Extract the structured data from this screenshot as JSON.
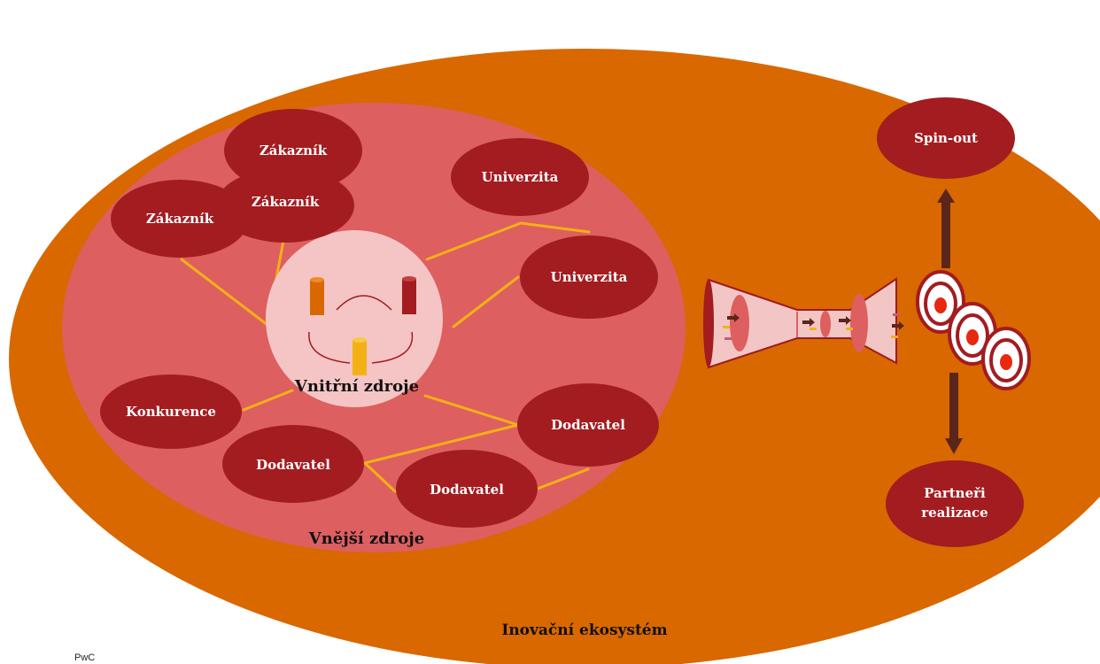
{
  "colors": {
    "ecosystem": "#D96800",
    "external": "#DE5F5F",
    "internal": "#F5C5C5",
    "node": "#A31C20",
    "connector": "#F4B116",
    "funnel": "#F3C6C6",
    "funnel_edge": "#9E1A20",
    "arrow": "#5B261A"
  },
  "labels": {
    "ecosystem": "Inovační ekosystém",
    "external": "Vnější zdroje",
    "internal": "Vnitřní zdroje",
    "footer": "PwC"
  },
  "nodes": {
    "customer_back": "Zákazník",
    "customer_mid": "Zákazník",
    "customer_front": "Zákazník",
    "university_1": "Univerzita",
    "university_2": "Univerzita",
    "competition": "Konkurence",
    "supplier_right": "Dodavatel",
    "supplier_left": "Dodavatel",
    "supplier_bottom": "Dodavatel",
    "spin_out": "Spin-out",
    "partners_line1": "Partneři",
    "partners_line2": "realizace"
  },
  "icons": {
    "cylinders": "resource-cylinder-icon",
    "targets": "target-icon",
    "funnel": "innovation-funnel-icon"
  }
}
